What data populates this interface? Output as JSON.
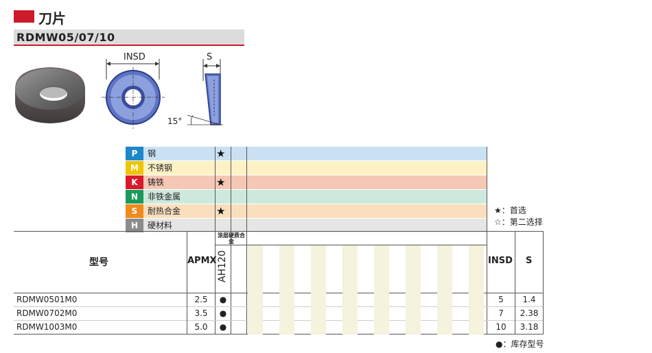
{
  "header": {
    "title": "刀片",
    "model_series": "RDMW05/07/10"
  },
  "drawing": {
    "dim_insd": "INSD",
    "dim_s": "S",
    "angle": "15°"
  },
  "materials": [
    {
      "code": "P",
      "label": "钢",
      "color": "#1e88c8",
      "row_bg": "#c9e1f3",
      "star": "★"
    },
    {
      "code": "M",
      "label": "不锈钢",
      "color": "#f2c400",
      "row_bg": "#fdf2c4",
      "star": ""
    },
    {
      "code": "K",
      "label": "铸铁",
      "color": "#d7192b",
      "row_bg": "#f5c7b5",
      "star": "★"
    },
    {
      "code": "N",
      "label": "非铁金属",
      "color": "#1a9a5a",
      "row_bg": "#cde9dd",
      "star": ""
    },
    {
      "code": "S",
      "label": "耐热合金",
      "color": "#f08a1c",
      "row_bg": "#fadfbe",
      "star": "★"
    },
    {
      "code": "H",
      "label": "硬材料",
      "color": "#8c8c8c",
      "row_bg": "#e6e6e6",
      "star": ""
    }
  ],
  "legend": {
    "first_choice": "★：首选",
    "second_choice": "☆：第二选择",
    "stock": "●：库存型号"
  },
  "table": {
    "col_model": "型号",
    "col_apmx": "APMX",
    "coating_header": "涂层硬质合金",
    "grade": "AH120",
    "col_insd": "INSD",
    "col_s": "S",
    "rows": [
      {
        "model": "RDMW0501M0",
        "apmx": "2.5",
        "stock": "●",
        "insd": "5",
        "s": "1.4"
      },
      {
        "model": "RDMW0702M0",
        "apmx": "3.5",
        "stock": "●",
        "insd": "7",
        "s": "2.38"
      },
      {
        "model": "RDMW1003M0",
        "apmx": "5.0",
        "stock": "●",
        "insd": "10",
        "s": "3.18"
      }
    ]
  }
}
